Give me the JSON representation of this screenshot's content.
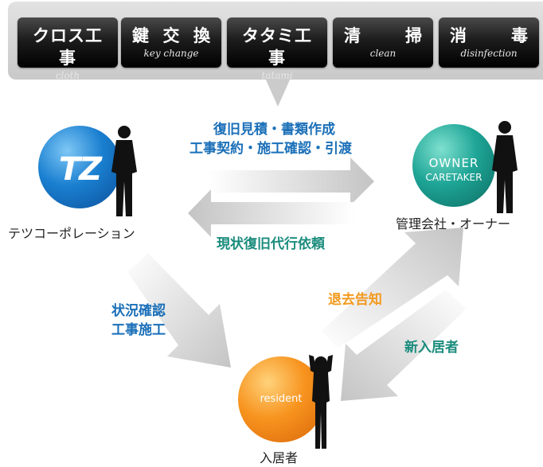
{
  "services": [
    {
      "jp": "クロス工事",
      "en": "cloth"
    },
    {
      "jp": "鍵交換",
      "en": "key change"
    },
    {
      "jp": "タタミ工事",
      "en": "tatami"
    },
    {
      "jp": "清掃",
      "en": "clean"
    },
    {
      "jp": "消毒",
      "en": "disinfection"
    }
  ],
  "nodes": {
    "company": {
      "logo": "TZ",
      "label": "テツコーポレーション"
    },
    "owner": {
      "line1": "OWNER",
      "line2": "CARETAKER",
      "label": "管理会社・オーナー"
    },
    "resident": {
      "badge": "resident",
      "label": "入居者"
    }
  },
  "flows": {
    "company_to_owner": {
      "line1": "復旧見積・書類作成",
      "line2": "工事契約・施工確認・引渡"
    },
    "owner_to_company": "現状復旧代行依頼",
    "company_to_resident": {
      "line1": "状況確認",
      "line2": "工事施工"
    },
    "resident_to_owner": "退去告知",
    "owner_to_resident": "新入居者"
  },
  "colors": {
    "blue_text": "#1a6fb8",
    "orange_text": "#f39a1f",
    "teal_text": "#1b8c7d",
    "arrow_gray": "#cfcfcf"
  },
  "icons": [
    "person-silhouette-icon",
    "tz-logo-icon"
  ]
}
